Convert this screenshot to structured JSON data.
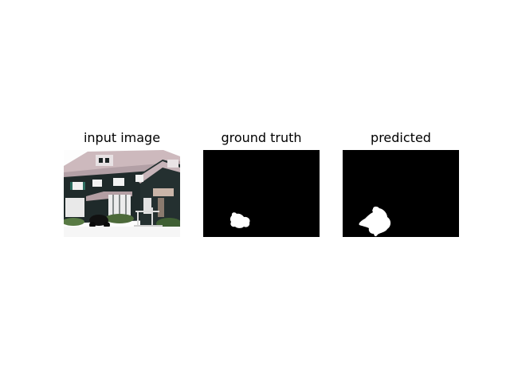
{
  "panels": [
    {
      "title": "input image",
      "kind": "photo"
    },
    {
      "title": "ground truth",
      "kind": "mask"
    },
    {
      "title": "predicted",
      "kind": "mask"
    }
  ],
  "colors": {
    "mask_bg": "#000000",
    "mask_fg": "#ffffff",
    "page_bg": "#ffffff"
  }
}
